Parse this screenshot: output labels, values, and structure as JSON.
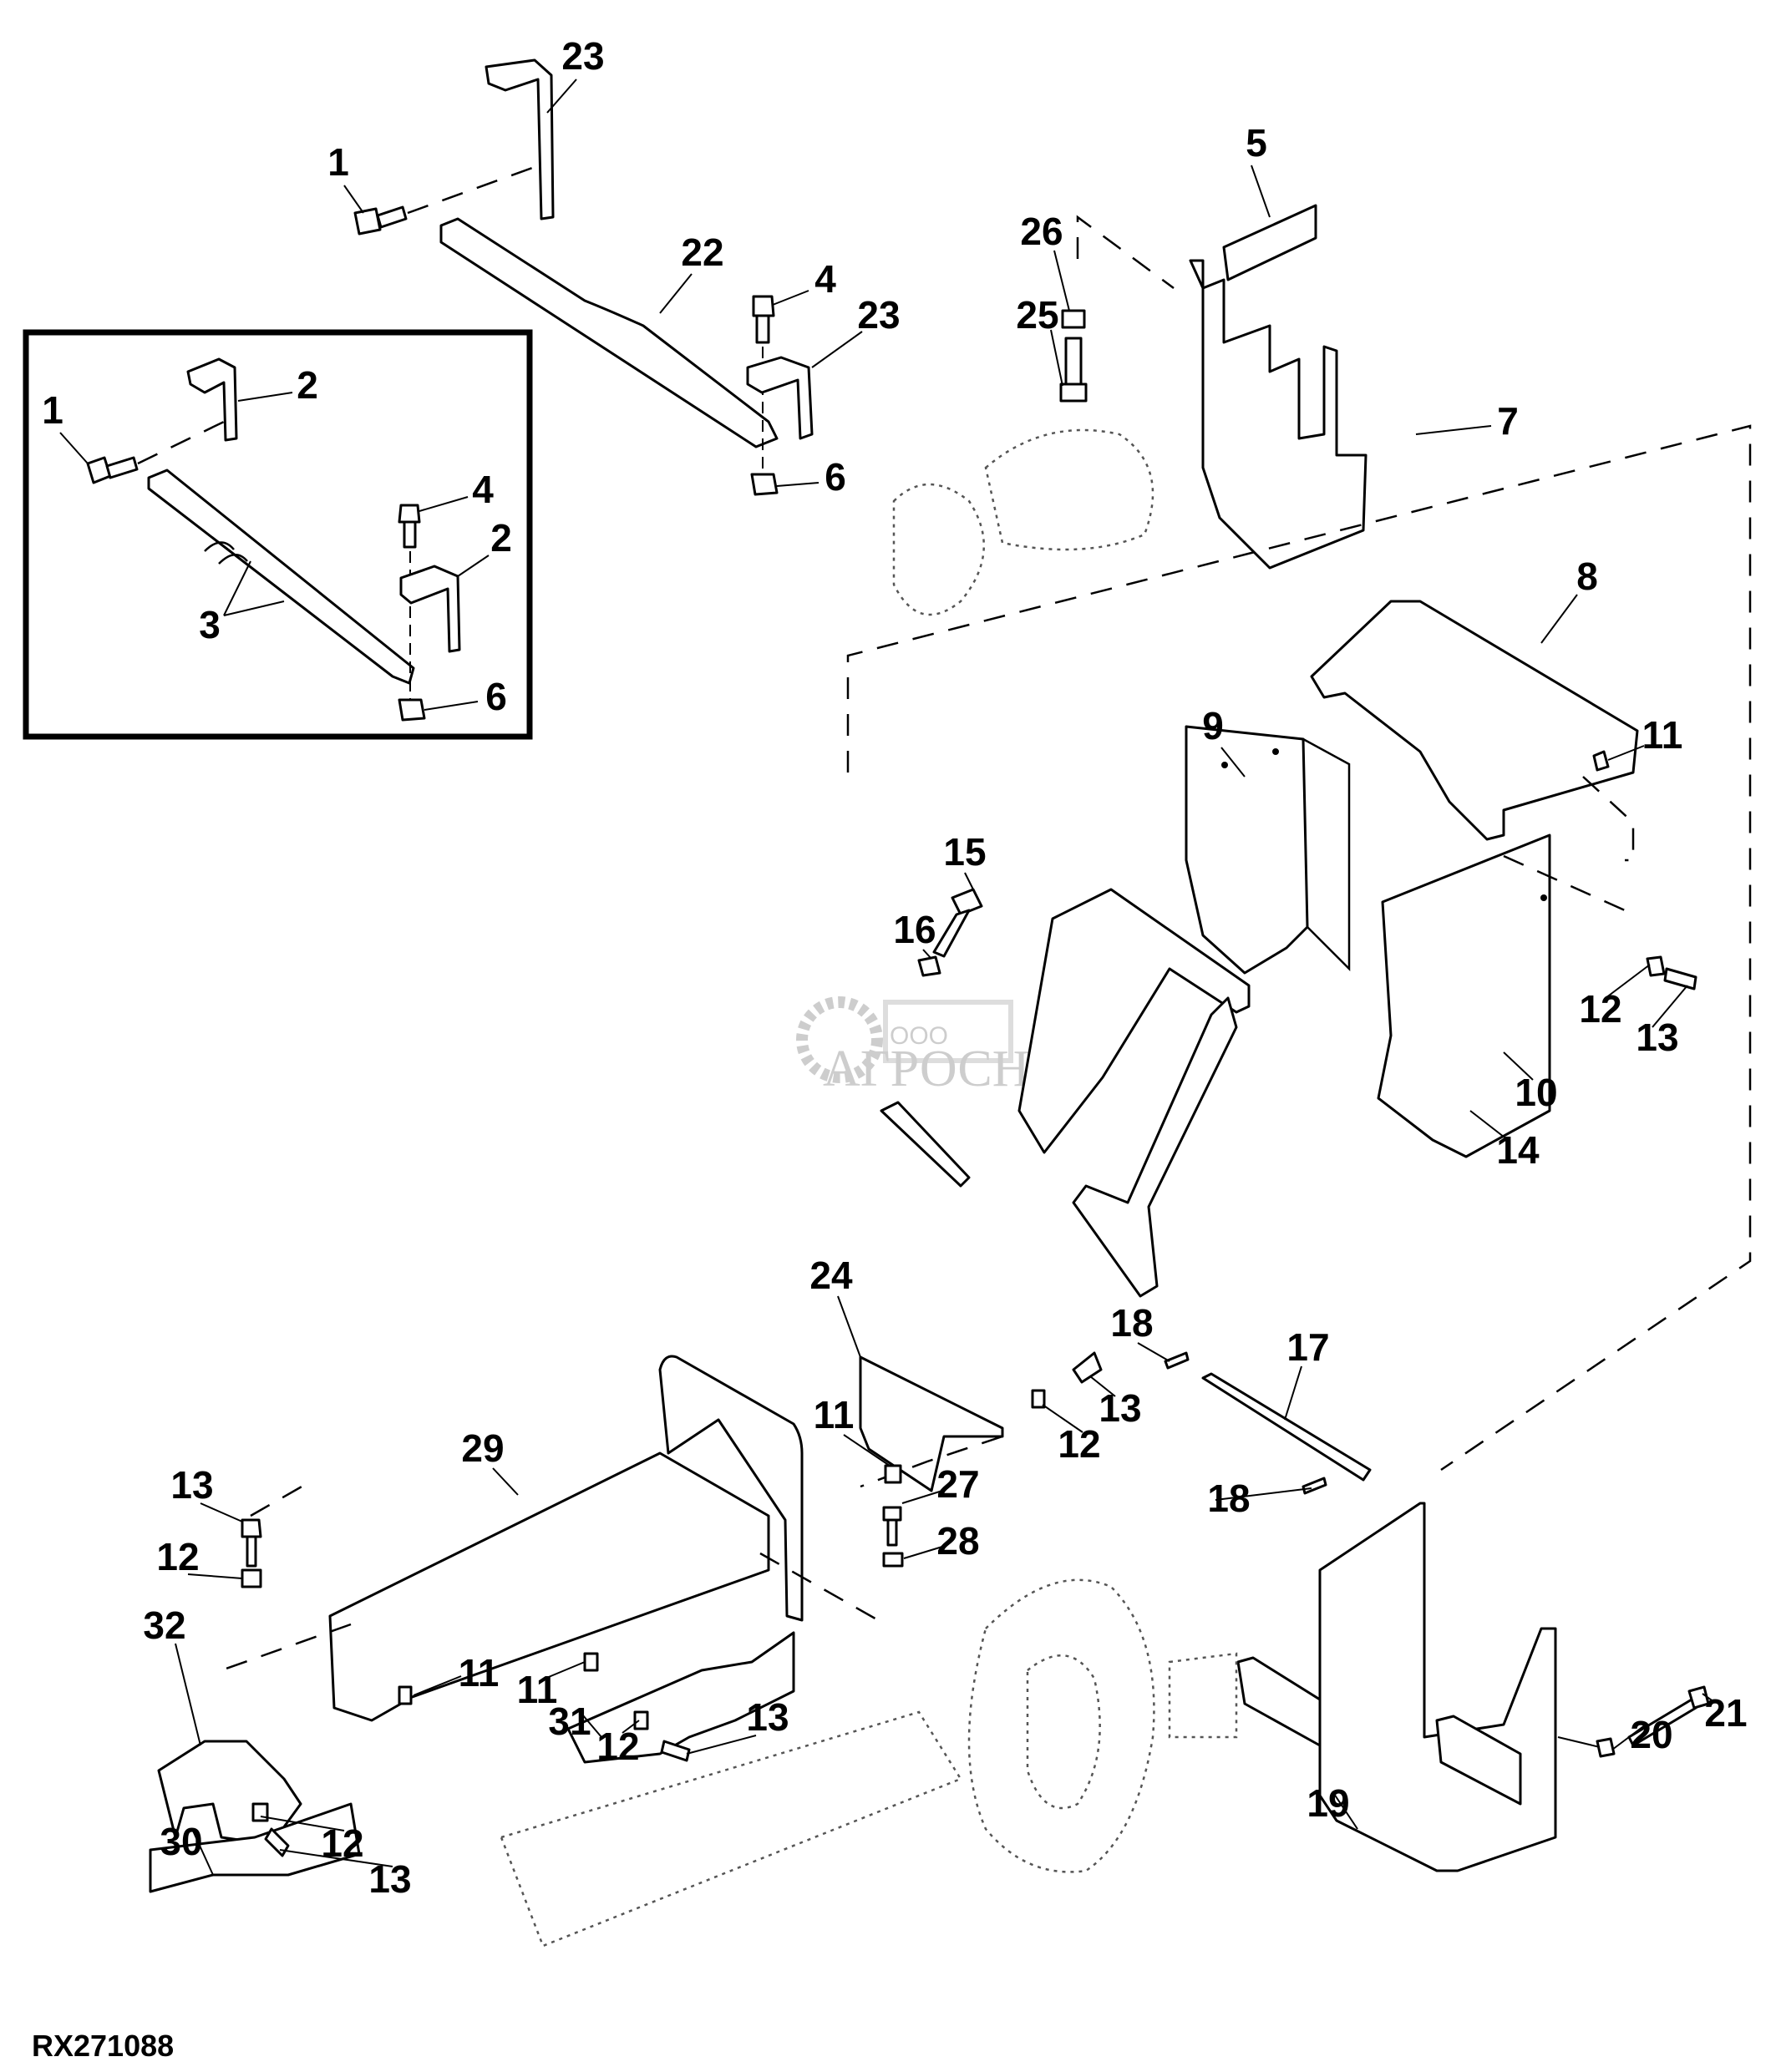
{
  "figure_id": "RX271088",
  "watermark": {
    "prefix": "ООО",
    "name": "АГРОСНАБ"
  },
  "callouts": [
    {
      "id": "c-23a",
      "label": "23"
    },
    {
      "id": "c-1a",
      "label": "1"
    },
    {
      "id": "c-22",
      "label": "22"
    },
    {
      "id": "c-4a",
      "label": "4"
    },
    {
      "id": "c-23b",
      "label": "23"
    },
    {
      "id": "c-6a",
      "label": "6"
    },
    {
      "id": "c-2a",
      "label": "2"
    },
    {
      "id": "c-1b",
      "label": "1"
    },
    {
      "id": "c-4b",
      "label": "4"
    },
    {
      "id": "c-2b",
      "label": "2"
    },
    {
      "id": "c-3",
      "label": "3"
    },
    {
      "id": "c-6b",
      "label": "6"
    },
    {
      "id": "c-5",
      "label": "5"
    },
    {
      "id": "c-26",
      "label": "26"
    },
    {
      "id": "c-25",
      "label": "25"
    },
    {
      "id": "c-7",
      "label": "7"
    },
    {
      "id": "c-8",
      "label": "8"
    },
    {
      "id": "c-9",
      "label": "9"
    },
    {
      "id": "c-11a",
      "label": "11"
    },
    {
      "id": "c-15",
      "label": "15"
    },
    {
      "id": "c-16",
      "label": "16"
    },
    {
      "id": "c-12a",
      "label": "12"
    },
    {
      "id": "c-13a",
      "label": "13"
    },
    {
      "id": "c-10",
      "label": "10"
    },
    {
      "id": "c-14",
      "label": "14"
    },
    {
      "id": "c-24",
      "label": "24"
    },
    {
      "id": "c-18a",
      "label": "18"
    },
    {
      "id": "c-17",
      "label": "17"
    },
    {
      "id": "c-13b",
      "label": "13"
    },
    {
      "id": "c-12b",
      "label": "12"
    },
    {
      "id": "c-11b",
      "label": "11"
    },
    {
      "id": "c-27",
      "label": "27"
    },
    {
      "id": "c-29",
      "label": "29"
    },
    {
      "id": "c-18b",
      "label": "18"
    },
    {
      "id": "c-28",
      "label": "28"
    },
    {
      "id": "c-13c",
      "label": "13"
    },
    {
      "id": "c-12c",
      "label": "12"
    },
    {
      "id": "c-32",
      "label": "32"
    },
    {
      "id": "c-11c",
      "label": "11"
    },
    {
      "id": "c-11d",
      "label": "11"
    },
    {
      "id": "c-31",
      "label": "31"
    },
    {
      "id": "c-13d",
      "label": "13"
    },
    {
      "id": "c-12d",
      "label": "12"
    },
    {
      "id": "c-21",
      "label": "21"
    },
    {
      "id": "c-20",
      "label": "20"
    },
    {
      "id": "c-19",
      "label": "19"
    },
    {
      "id": "c-12e",
      "label": "12"
    },
    {
      "id": "c-30",
      "label": "30"
    },
    {
      "id": "c-13e",
      "label": "13"
    }
  ]
}
